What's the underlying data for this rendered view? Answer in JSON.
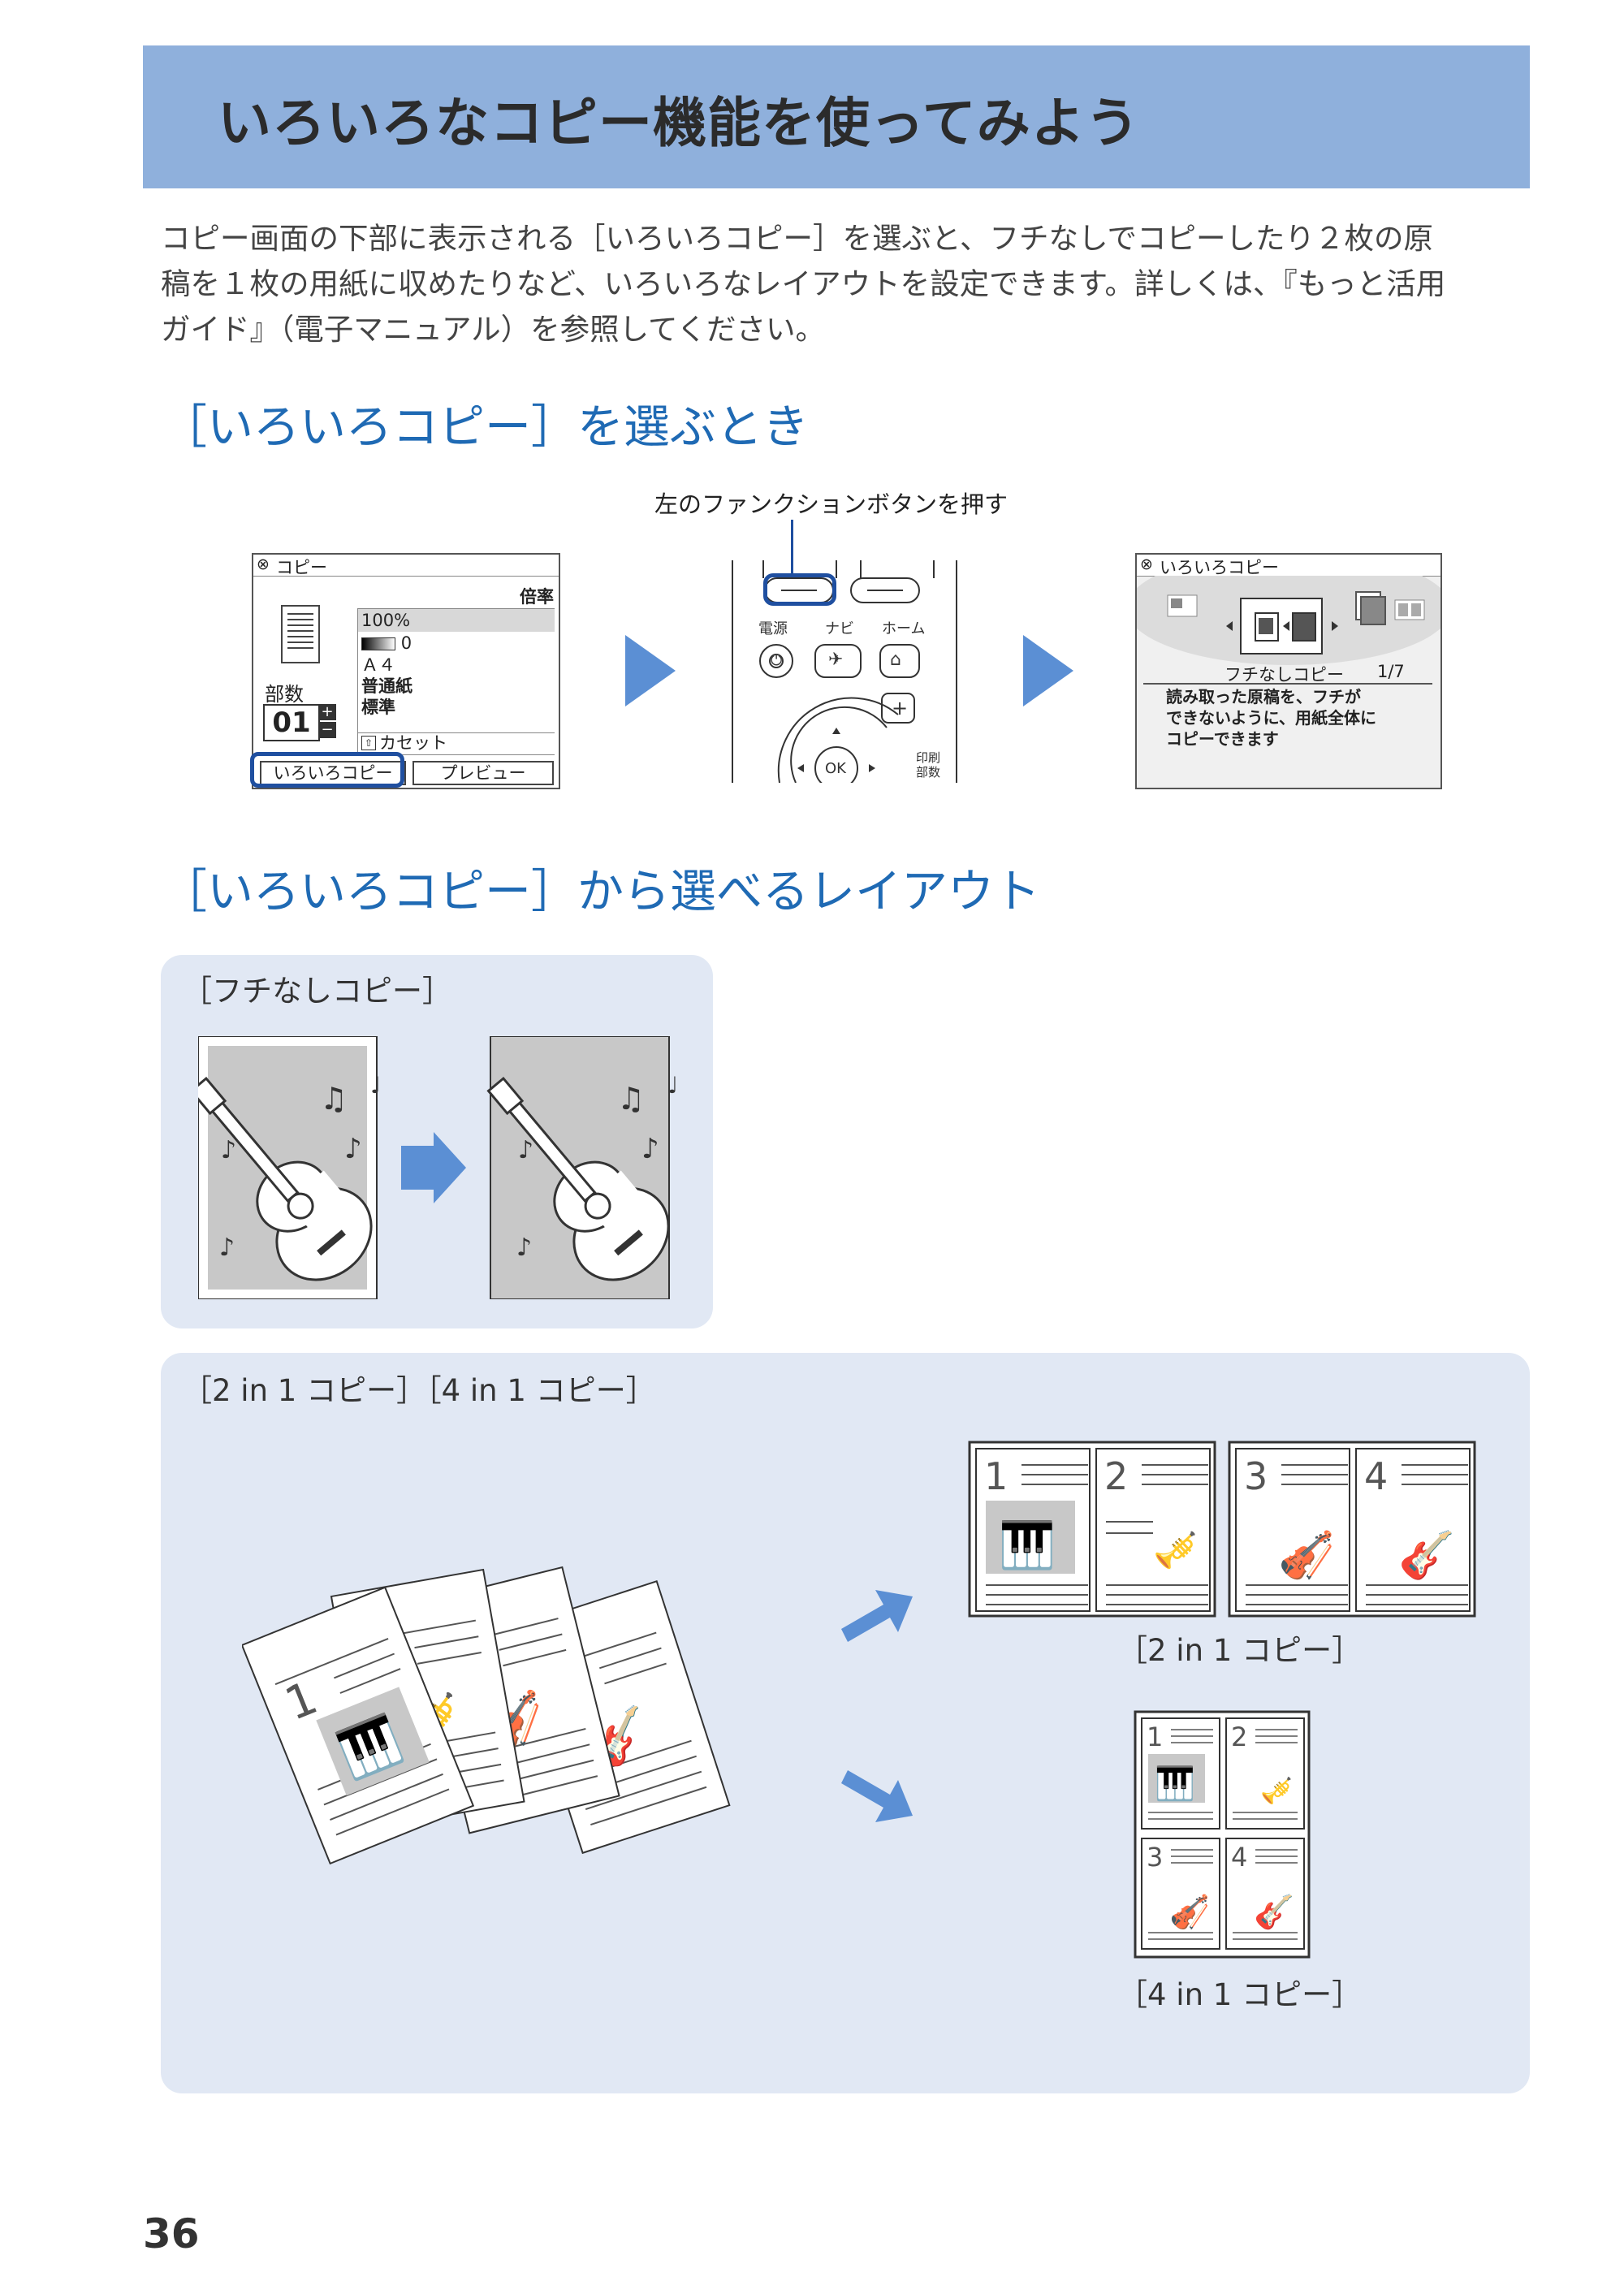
{
  "header": {
    "title": "いろいろなコピー機能を使ってみよう"
  },
  "intro": {
    "line1": "コピー画面の下部に表示される［いろいろコピー］を選ぶと、フチなしでコピーしたり２枚の原",
    "line2": "稿を１枚の用紙に収めたりなど、いろいろなレイアウトを設定できます。詳しくは、『もっと活用",
    "line3": "ガイド』（電子マニュアル）を参照してください。"
  },
  "section1": {
    "heading": "［いろいろコピー］を選ぶとき",
    "callout": "左のファンクションボタンを押す",
    "screen_copy": {
      "title": "コピー",
      "ratio_label": "倍率",
      "ratio": "100%",
      "density": "0",
      "paper_size": "Ａ４",
      "paper_type": "普通紙",
      "quality": "標準",
      "copies_label": "部数",
      "copies": "01",
      "source": "カセット",
      "left_button": "いろいろコピー",
      "right_button": "プレビュー"
    },
    "panel": {
      "power": "電源",
      "navi": "ナビ",
      "home": "ホーム",
      "ok": "OK",
      "copies_l1": "印刷",
      "copies_l2": "部数"
    },
    "screen_various": {
      "title": "いろいろコピー",
      "mode": "フチなしコピー",
      "page": "1/7",
      "desc1": "読み取った原稿を、フチが",
      "desc2": "できないように、用紙全体に",
      "desc3": "コピーできます"
    }
  },
  "section2": {
    "heading": "［いろいろコピー］から選べるレイアウト",
    "borderless": {
      "label": "［フチなしコピー］"
    },
    "multi": {
      "label": "［2 in 1 コピー］［4 in 1 コピー］",
      "caption_2in1": "［2 in 1 コピー］",
      "caption_4in1": "［4 in 1 コピー］",
      "n1": "1",
      "n2": "2",
      "n3": "3",
      "n4": "4"
    }
  },
  "footer": {
    "page_number": "36"
  },
  "colors": {
    "title_bar": "#8fb0dc",
    "heading_blue": "#1f6ab4",
    "panel_bg": "#e1e8f4",
    "arrow_blue": "#5b8fd4",
    "highlight": "#1f4fa0"
  }
}
